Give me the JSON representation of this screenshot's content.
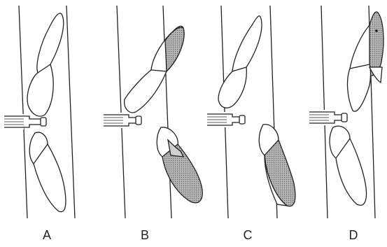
{
  "panels": [
    {
      "label": "A"
    },
    {
      "label": "B"
    },
    {
      "label": "C"
    },
    {
      "label": "D"
    }
  ],
  "colors": {
    "stroke": "#222222",
    "shade": "#9a9a9a",
    "fill": "#ffffff"
  }
}
